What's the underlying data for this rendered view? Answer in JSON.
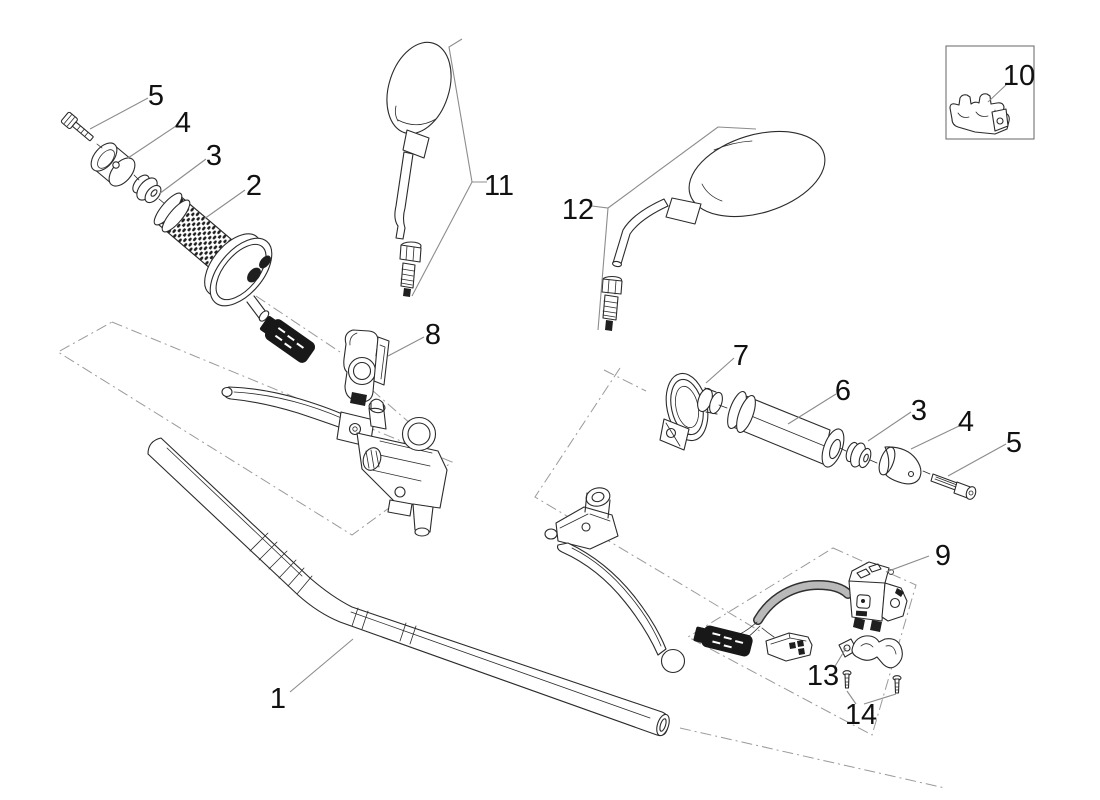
{
  "diagram": {
    "type": "exploded-parts-diagram",
    "subject": "motorcycle-handlebar-controls",
    "colors": {
      "bg": "#ffffff",
      "line": "#2b2b2b",
      "leader": "#8c8c8c",
      "dash": "#9a9a9a",
      "label": "#111111",
      "dark": "#1f1f1f",
      "connector": "#181818",
      "cable_core": "#b9b9b9",
      "cable_edge": "#2f2f2f"
    },
    "labels": {
      "n1": "1",
      "n2": "2",
      "n3l": "3",
      "n4l": "4",
      "n5l": "5",
      "n6": "6",
      "n7": "7",
      "n8": "8",
      "n9": "9",
      "n10": "10",
      "n11": "11",
      "n12": "12",
      "n13": "13",
      "n14": "14",
      "n3r": "3",
      "n4r": "4",
      "n5r": "5"
    }
  }
}
